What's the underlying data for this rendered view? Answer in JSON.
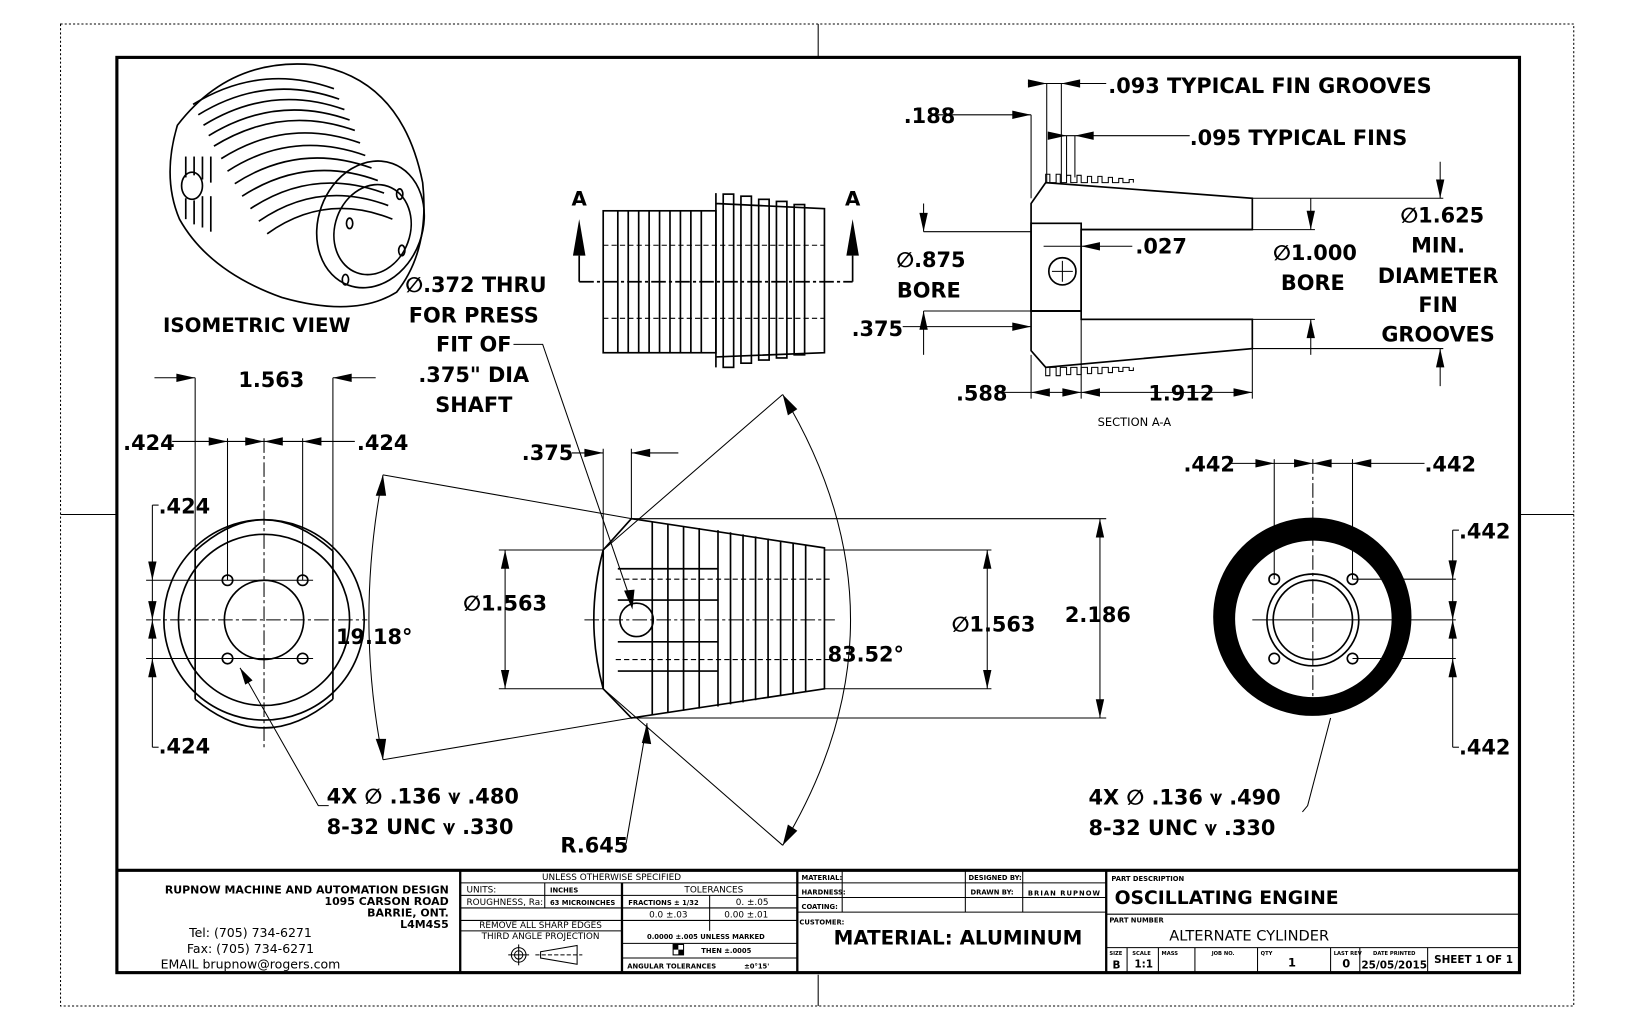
{
  "drawing": {
    "views": {
      "isometric": {
        "label": "ISOMETRIC VIEW"
      },
      "top": {
        "section_marks": [
          "A",
          "A"
        ]
      },
      "section": {
        "label": "SECTION A-A",
        "fin_grooves": ".093 TYPICAL FIN GROOVES",
        "fins": ".095 TYPICAL FINS",
        "offset_188": ".188",
        "bore_875_a": "∅.875",
        "bore_875_b": "BORE",
        "dim_027": ".027",
        "bore_1000_a": "∅1.000",
        "bore_1000_b": "BORE",
        "min_dia": [
          "∅1.625",
          "MIN.",
          "DIAMETER",
          "FIN",
          "GROOVES"
        ],
        "dim_375": ".375",
        "dim_588": ".588",
        "dim_1912": "1.912"
      },
      "press_fit_note": [
        "∅.372 THRU",
        "FOR PRESS",
        "FIT OF",
        ".375\" DIA",
        "SHAFT"
      ],
      "left_end": {
        "dim_1563": "1.563",
        "dim_424_tl": ".424",
        "dim_424_tr": ".424",
        "dim_424_vt": ".424",
        "dim_424_vb": ".424",
        "hole_note": [
          "4X  ∅ .136 ⩛ .480",
          "8-32 UNC  ⩛ .330"
        ]
      },
      "front": {
        "dim_375": ".375",
        "dia_left": "∅1.563",
        "angle_left": "19.18°",
        "angle_right": "83.52°",
        "dia_right": "∅1.563",
        "height": "2.186",
        "radius": "R.645"
      },
      "right_end": {
        "dim_442_tl": ".442",
        "dim_442_tr": ".442",
        "dim_442_vt": ".442",
        "dim_442_vb": ".442",
        "hole_note": [
          "4X  ∅ .136 ⩛ .490",
          "8-32 UNC  ⩛ .330"
        ]
      }
    }
  },
  "title_block": {
    "company": {
      "name": "RUPNOW MACHINE AND AUTOMATION DESIGN",
      "address1": "1095 CARSON ROAD",
      "address2": "BARRIE, ONT.",
      "postal": "L4M4S5",
      "tel": "Tel: (705) 734-6271",
      "fax": "Fax: (705) 734-6271",
      "email": "EMAIL brupnow@rogers.com"
    },
    "specs": {
      "header": "UNLESS OTHERWISE SPECIFIED",
      "units_label": "UNITS:",
      "units_value": "INCHES",
      "roughness_label": "ROUGHNESS, Ra:",
      "roughness_value": "63 MICROINCHES",
      "sharp_edges": "REMOVE ALL SHARP EDGES",
      "projection": "THIRD ANGLE PROJECTION",
      "tolerances_header": "TOLERANCES",
      "fractions": "FRACTIONS ± 1/32",
      "tol_0": "0.   ±.05",
      "tol_00": "0.0   ±.03",
      "tol_000": "0.00   ±.01",
      "tol_0000": "0.0000   ±.005 UNLESS MARKED",
      "tol_then": "THEN  ±.0005",
      "angular_label": "ANGULAR TOLERANCES",
      "angular_value": "±0°15'"
    },
    "material": {
      "material_label": "MATERIAL:",
      "hardness_label": "HARDNESS:",
      "coating_label": "COATING:",
      "designed_label": "DESIGNED BY:",
      "drawn_label": "DRAWN BY:",
      "drawn_value": "BRIAN RUPNOW",
      "customer_label": "CUSTOMER:",
      "material_note": "MATERIAL: ALUMINUM"
    },
    "part": {
      "description_label": "PART DESCRIPTION",
      "description": "OSCILLATING ENGINE",
      "number_label": "PART NUMBER",
      "number": "ALTERNATE CYLINDER",
      "size_label": "SIZE",
      "size": "B",
      "scale_label": "SCALE",
      "scale": "1:1",
      "mass_label": "MASS",
      "job_label": "JOB NO.",
      "qty_label": "QTY",
      "qty": "1",
      "rev_label": "LAST REV",
      "rev": "0",
      "date_label": "DATE PRINTED",
      "date": "25/05/2015",
      "sheet": "SHEET 1 OF 1"
    }
  }
}
